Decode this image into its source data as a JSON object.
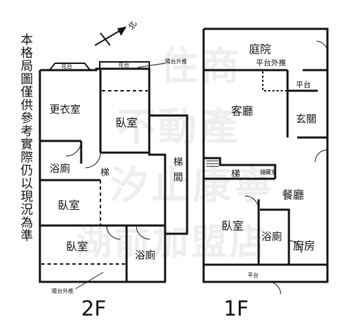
{
  "note": "本格局圖僅供參考實際仍以現況為準",
  "north_label": "北",
  "floors": {
    "left": "2F",
    "right": "1F"
  },
  "watermark": [
    "住商",
    "不動產",
    "汐止康寧",
    "湖前加盟店"
  ],
  "floor2": {
    "flower_left": "花台",
    "flower_right": "花台",
    "balcony_top": "陽台外推",
    "dressing": "更衣室",
    "bedroom_top": "臥室",
    "bath_left": "浴廁",
    "stair": "梯",
    "stairwell": "梯間",
    "bedroom_mid": "臥室",
    "bedroom_bottom": "臥室",
    "bath_right": "浴廁",
    "balcony_bottom": "陽台外推"
  },
  "floor1": {
    "courtyard": "庭院",
    "terrace_ext": "平台外推",
    "terrace_top": "平台",
    "living": "客廳",
    "entrance": "玄關",
    "stair": "梯",
    "storage": "儲藏室",
    "dining": "餐廳",
    "bedroom": "臥室",
    "bath": "浴廁",
    "kitchen": "廚房",
    "terrace_bottom": "平台"
  }
}
